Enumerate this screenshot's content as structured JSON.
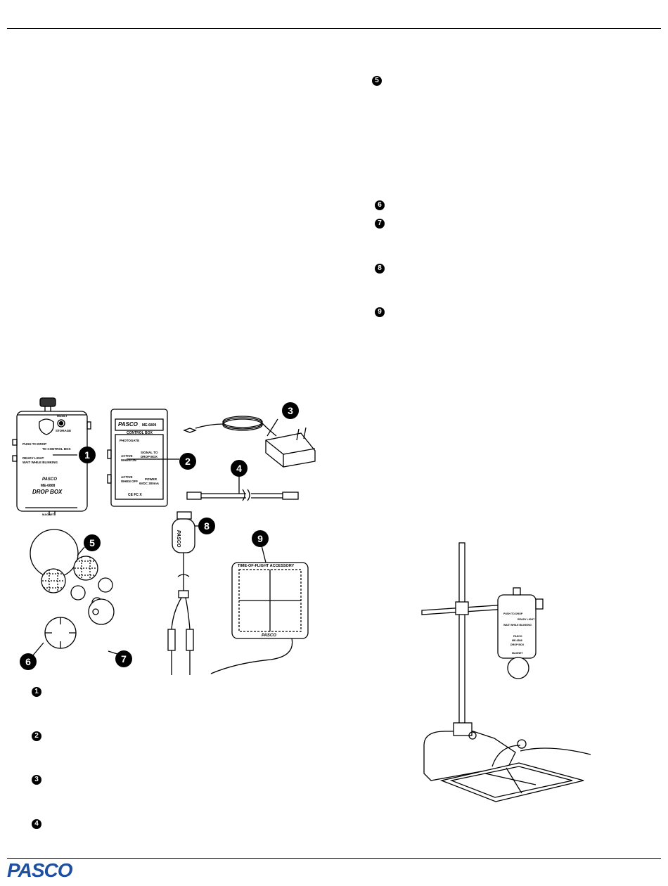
{
  "brand": {
    "name": "PASCO",
    "color": "#1f4fa0"
  },
  "list_badges_right": [
    "5",
    "6",
    "7",
    "8",
    "9"
  ],
  "list_badges_left": [
    "1",
    "2",
    "3",
    "4"
  ],
  "drop_box": {
    "line_reset": "RESET",
    "line_storage": "STORAGE",
    "label_push": "PUSH TO DROP",
    "label_to_control": "TO CONTROL BOX",
    "label_ready": "READY LIGHT",
    "label_wait": "WAIT WHILE BLINKING",
    "logo": "PASCO",
    "model": "ME-6808",
    "title": "DROP BOX",
    "magnet": "MAGNET"
  },
  "control_box": {
    "logo": "PASCO",
    "model": "ME-6809",
    "title": "CONTROL BOX",
    "photogate": "PHOTOGATE",
    "active1": "ACTIVE",
    "active1_sub": "WHEN ON",
    "signal": "SIGNAL TO",
    "signal_sub": "DROP BOX",
    "active2": "ACTIVE",
    "active2_sub": "WHEN OFF",
    "power": "POWER",
    "power_sub": "6VDC 300mA",
    "marks": "CE  FC  X"
  },
  "pad": {
    "title": "TIME-OF-FLIGHT ACCESSORY",
    "logo": "PASCO"
  },
  "cable_plug": {
    "text": "PASCO"
  },
  "callouts": [
    "1",
    "2",
    "3",
    "4",
    "5",
    "6",
    "7",
    "8",
    "9"
  ],
  "stand_box": {
    "line_push": "PUSH TO DROP",
    "line_ready": "READY LIGHT",
    "line_wait": "WAIT WHILE BLINKING",
    "logo": "PASCO",
    "model": "ME-6808",
    "title": "DROP BOX",
    "magnet": "MAGNET"
  }
}
